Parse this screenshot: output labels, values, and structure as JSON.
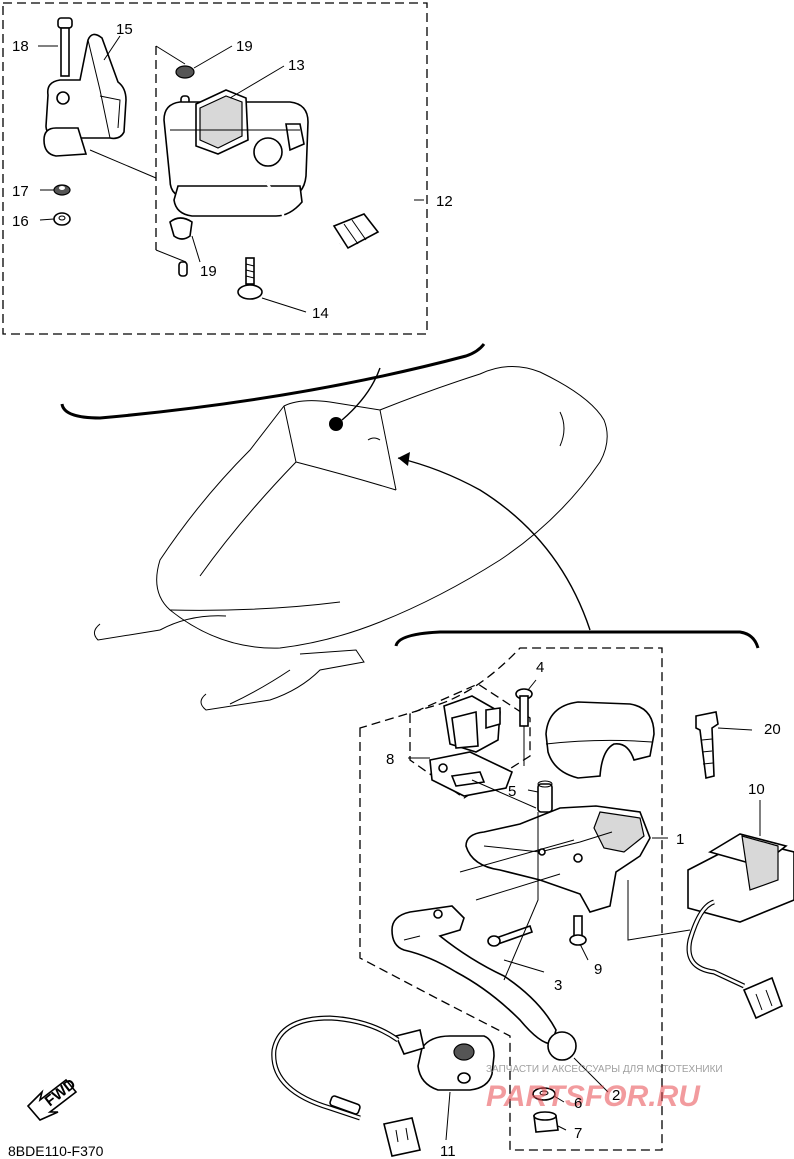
{
  "diagram_code": "8BDE110-F370",
  "fwd_badge": "FWD",
  "watermark": {
    "tagline": "ЗАПЧАСТИ И АКСЕССУАРЫ ДЛЯ МОТОТЕХНИКИ",
    "brand": "PARTSFOR.RU"
  },
  "callouts": {
    "c1": "1",
    "c2": "2",
    "c3": "3",
    "c4": "4",
    "c5": "5",
    "c6": "6",
    "c7": "7",
    "c8": "8",
    "c9": "9",
    "c10": "10",
    "c11": "11",
    "c12": "12",
    "c13": "13",
    "c14": "14",
    "c15": "15",
    "c16": "16",
    "c17": "17",
    "c18": "18",
    "c19a": "19",
    "c19b": "19",
    "c20": "20"
  }
}
